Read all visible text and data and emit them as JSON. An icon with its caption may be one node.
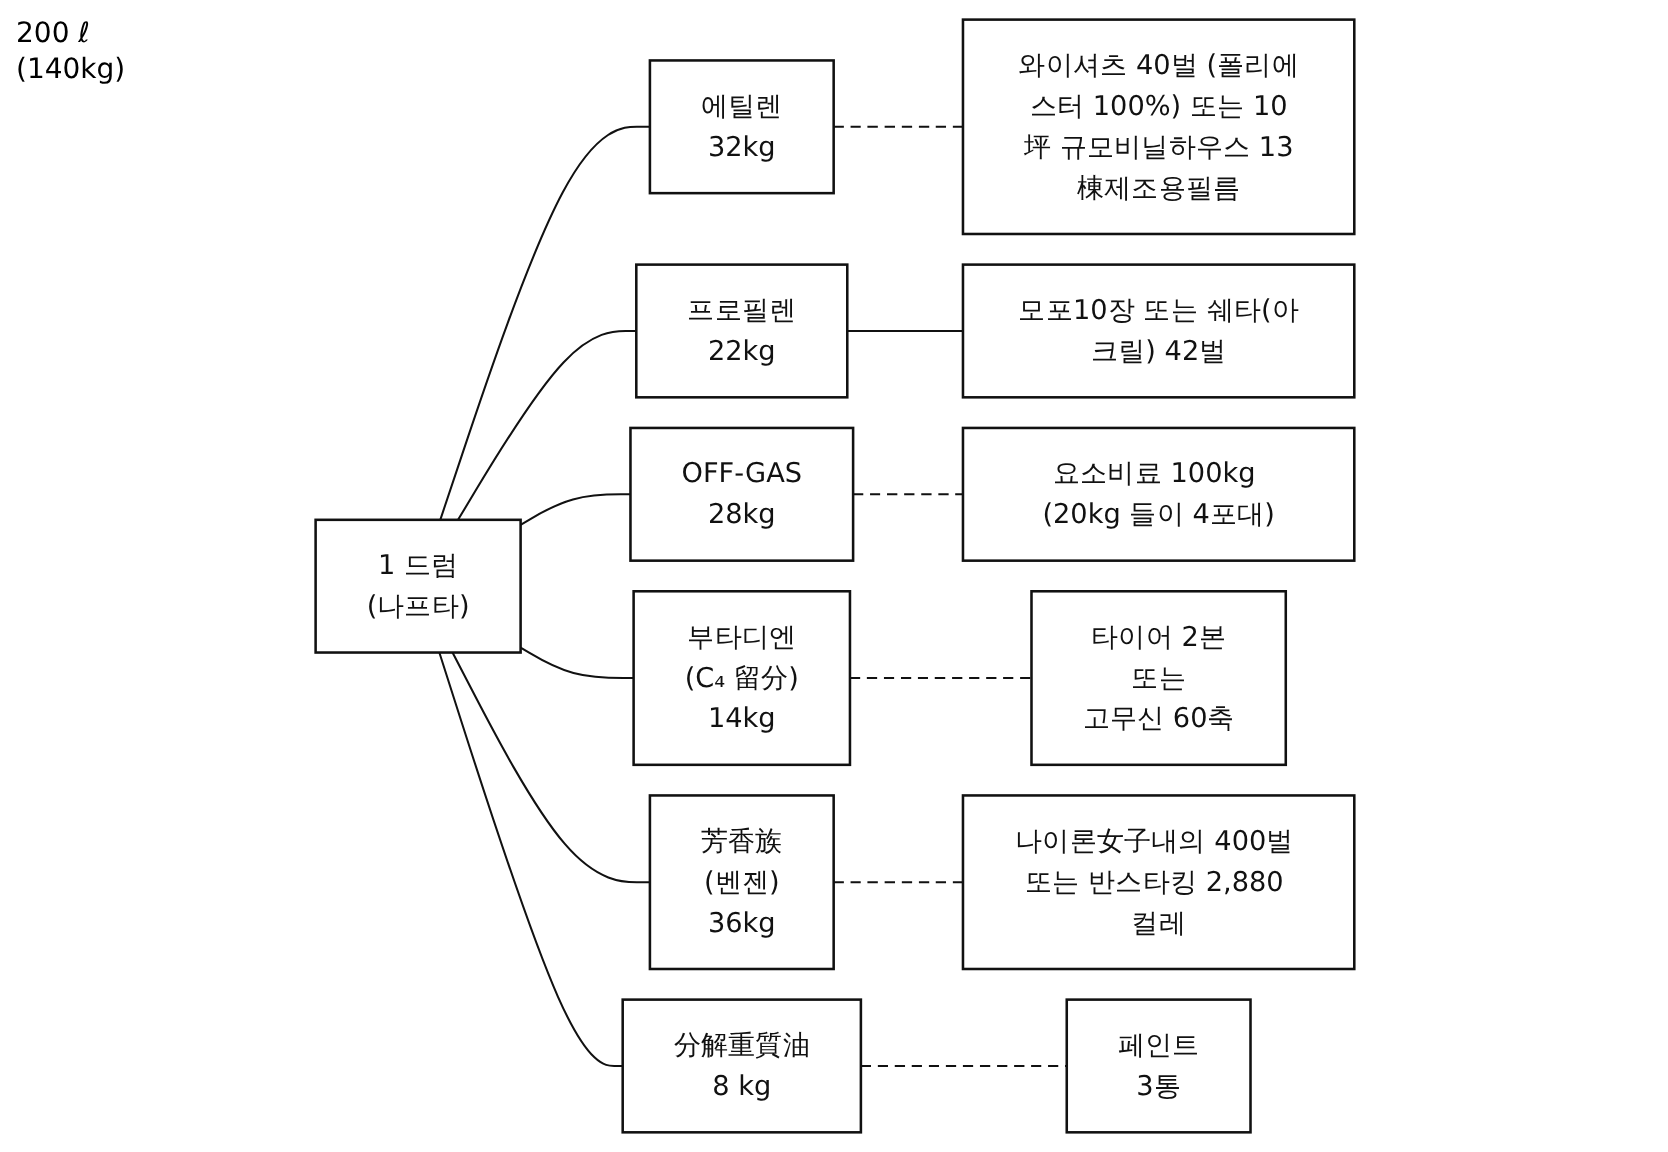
{
  "diagram": {
    "nodes": [
      {
        "text": [
          "1 드럼",
          "(나프타)"
        ],
        "beside": [
          "200 ℓ",
          "(140kg)"
        ]
      },
      {
        "text": [
          "와이셔츠 40벌 (폴리에스터 100%) 또는 10坪 규모비닐하우스 13棟제조용필름"
        ]
      },
      {
        "text": [
          "에틸렌",
          "32kg"
        ]
      },
      {
        "text": [
          "부타디엔",
          "(C₄ 留分)",
          "14kg"
        ]
      },
      {
        "text": [
          "타이어 2본",
          "또는",
          "고무신 60축"
        ]
      },
      {
        "text": [
          "모포10장 또는 쉐타(아크릴) 42벌"
        ]
      },
      {
        "text": [
          "프로필렌",
          "22kg"
        ]
      },
      {
        "text": [
          "芳香族",
          "(벤젠)",
          "36kg"
        ]
      },
      {
        "text": [
          "나이론女子내의 400벌 또는 반스타킹 2,880 컬레"
        ]
      },
      {
        "text": [
          "요소비료 100kg (20kg 들이 4포대)"
        ]
      },
      {
        "text": [
          "OFF-GAS",
          "28kg"
        ]
      },
      {
        "text": [
          "分解重質油",
          "8 kg"
        ]
      },
      {
        "text": [
          "페인트",
          "3통"
        ]
      }
    ],
    "edges": [
      {
        "from": 0,
        "to": 2,
        "arrow": "none"
      },
      {
        "from": 0,
        "to": 6,
        "arrow": "none"
      },
      {
        "from": 0,
        "to": 10,
        "arrow": "none"
      },
      {
        "from": 0,
        "to": 3,
        "arrow": "none"
      },
      {
        "from": 0,
        "to": 7,
        "arrow": "none"
      },
      {
        "from": 0,
        "to": 11,
        "arrow": "none"
      },
      {
        "from": 2,
        "to": 1,
        "arrow": "none",
        "style": "dashed"
      },
      {
        "from": 6,
        "to": 5,
        "arrow": "none"
      },
      {
        "from": 10,
        "to": 9,
        "arrow": "none",
        "style": "dashed"
      },
      {
        "from": 3,
        "to": 4,
        "arrow": "none",
        "style": "dashed"
      },
      {
        "from": 7,
        "to": 8,
        "arrow": "none",
        "style": "dashed"
      },
      {
        "from": 11,
        "to": 12,
        "arrow": "none",
        "style": "dashed"
      }
    ]
  }
}
